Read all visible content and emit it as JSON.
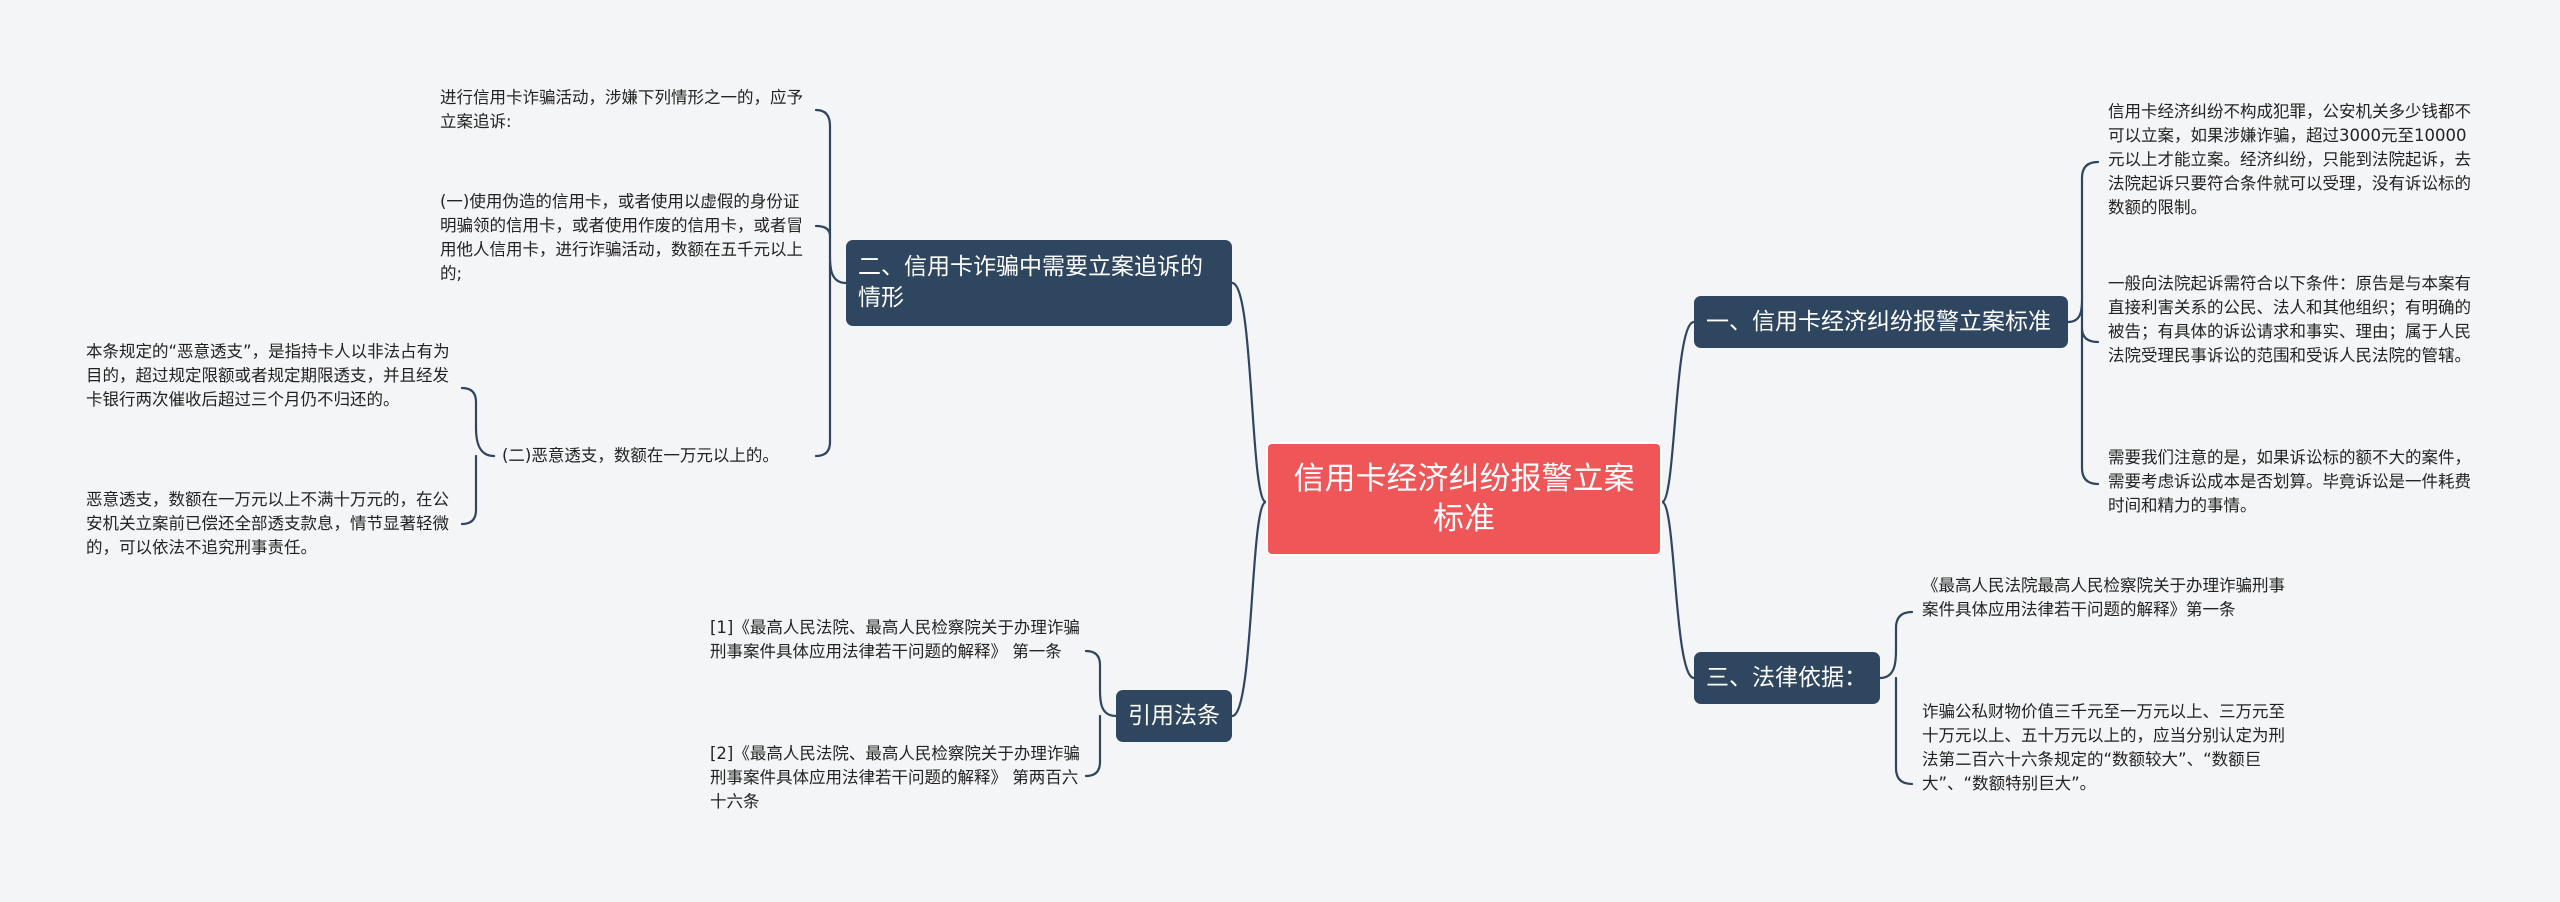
{
  "root": {
    "title": "信用卡经济纠纷报警立案标准"
  },
  "branches": {
    "b1": {
      "label": "一、信用卡经济纠纷报警立案标准",
      "leaves": [
        "信用卡经济纠纷不构成犯罪，公安机关多少钱都不可以立案，如果涉嫌诈骗，超过3000元至10000元以上才能立案。经济纠纷，只能到法院起诉，去法院起诉只要符合条件就可以受理，没有诉讼标的数额的限制。",
        "一般向法院起诉需符合以下条件：原告是与本案有直接利害关系的公民、法人和其他组织；有明确的被告；有具体的诉讼请求和事实、理由；属于人民法院受理民事诉讼的范围和受诉人民法院的管辖。",
        "需要我们注意的是，如果诉讼标的额不大的案件，需要考虑诉讼成本是否划算。毕竟诉讼是一件耗费时间和精力的事情。"
      ]
    },
    "b2": {
      "label": "二、信用卡诈骗中需要立案追诉的情形",
      "leaves": [
        "进行信用卡诈骗活动，涉嫌下列情形之一的，应予立案追诉:",
        "(一)使用伪造的信用卡，或者使用以虚假的身份证明骗领的信用卡，或者使用作废的信用卡，或者冒用他人信用卡，进行诈骗活动，数额在五千元以上的;",
        "(二)恶意透支，数额在一万元以上的。"
      ],
      "subleaves": [
        "本条规定的“恶意透支”，是指持卡人以非法占有为目的，超过规定限额或者规定期限透支，并且经发卡银行两次催收后超过三个月仍不归还的。",
        "恶意透支，数额在一万元以上不满十万元的，在公安机关立案前已偿还全部透支款息，情节显著轻微的，可以依法不追究刑事责任。"
      ]
    },
    "b3": {
      "label": "三、法律依据：",
      "leaves": [
        "《最高人民法院最高人民检察院关于办理诈骗刑事案件具体应用法律若干问题的解释》第一条",
        "诈骗公私财物价值三千元至一万元以上、三万元至十万元以上、五十万元以上的，应当分别认定为刑法第二百六十六条规定的“数额较大”、“数额巨大”、“数额特别巨大”。"
      ]
    },
    "b4": {
      "label": "引用法条",
      "leaves": [
        "[1]《最高人民法院、最高人民检察院关于办理诈骗刑事案件具体应用法律若干问题的解释》 第一条",
        "[2]《最高人民法院、最高人民检察院关于办理诈骗刑事案件具体应用法律若干问题的解释》 第两百六十六条"
      ]
    }
  },
  "colors": {
    "root": "#ee5658",
    "branch": "#2f4660",
    "line": "#2f4660",
    "background": "#f4f5f7"
  }
}
